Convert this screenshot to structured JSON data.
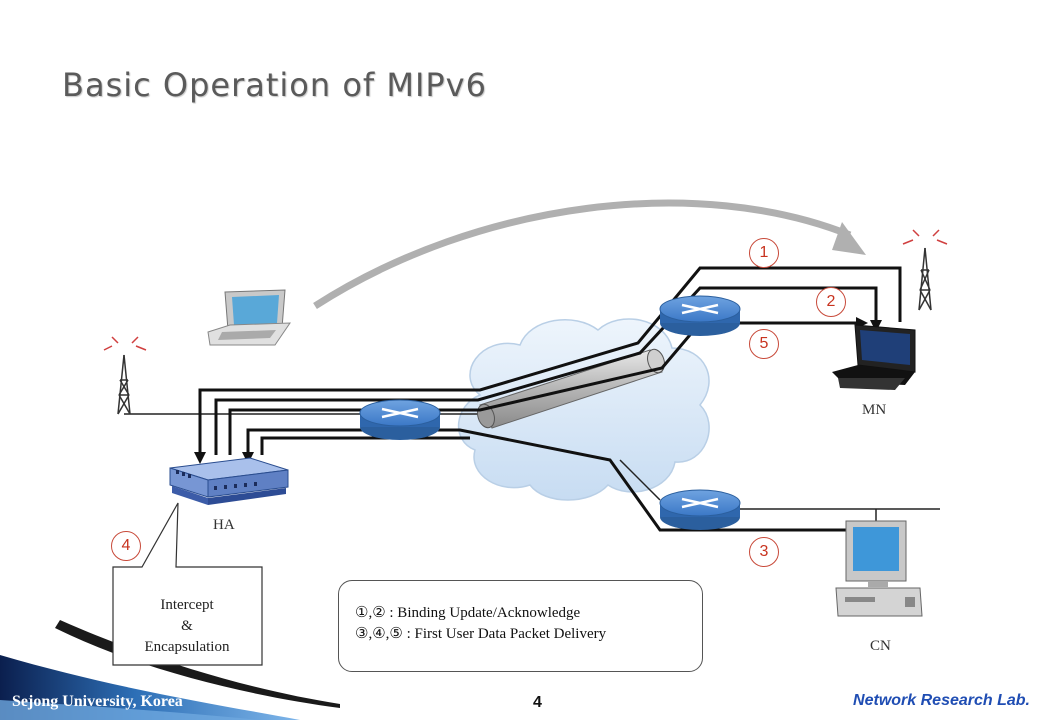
{
  "title": "Basic Operation of MIPv6",
  "nodes": {
    "mn": "MN",
    "ha": "HA",
    "cn": "CN"
  },
  "steps": [
    "1",
    "2",
    "5",
    "4",
    "3"
  ],
  "callout": {
    "line1": "Intercept",
    "line2": "&",
    "line3": "Encapsulation"
  },
  "legend": {
    "line1": "①,② : Binding Update/Acknowledge",
    "line2": "③,④,⑤ : First User Data Packet Delivery"
  },
  "footer": {
    "left": "Sejong University, Korea",
    "page": "4",
    "right": "Network Research Lab."
  },
  "colors": {
    "title": "#5a5a5a",
    "router": "#3b78c7",
    "cloud": "#dbe9f7",
    "step_circle_text": "#c8331f",
    "footer_right": "#1f4db3"
  }
}
